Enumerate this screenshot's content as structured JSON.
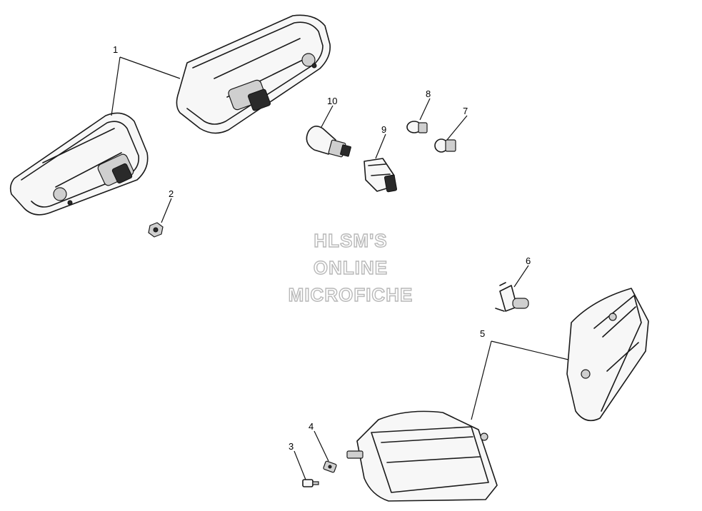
{
  "watermark": {
    "line1": "HLSM'S",
    "line2": "ONLINE",
    "line3": "MICROFICHE",
    "color": "#b8b8b8"
  },
  "callouts": {
    "c1": "1",
    "c2": "2",
    "c3": "3",
    "c4": "4",
    "c5": "5",
    "c6": "6",
    "c7": "7",
    "c8": "8",
    "c9": "9",
    "c10": "10"
  },
  "colors": {
    "line": "#1a1a1a",
    "background": "#ffffff"
  }
}
